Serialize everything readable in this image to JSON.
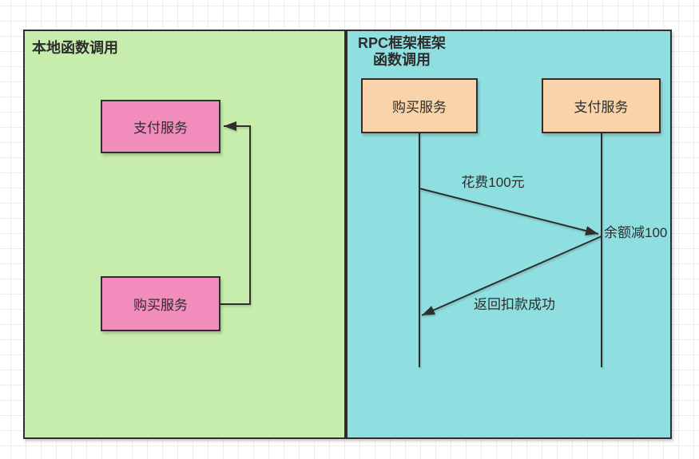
{
  "colors": {
    "background": "#ffffff",
    "grid_line": "#ececec",
    "stroke": "#2e2e2e",
    "text": "#2d2d2d",
    "left_panel_fill": "#c7edac",
    "right_panel_fill": "#90dfe0",
    "local_box_fill": "#f28cbc",
    "rpc_box_fill": "#f9d3a9"
  },
  "left_panel": {
    "title": "本地函数调用",
    "payment_box_label": "支付服务",
    "purchase_box_label": "购买服务"
  },
  "right_panel": {
    "title_line1": "RPC框架框架",
    "title_line2": "函数调用",
    "purchase_actor_label": "购买服务",
    "payment_actor_label": "支付服务",
    "message_spend": "花费100元",
    "message_balance": "余额减100",
    "message_return": "返回扣款成功"
  }
}
